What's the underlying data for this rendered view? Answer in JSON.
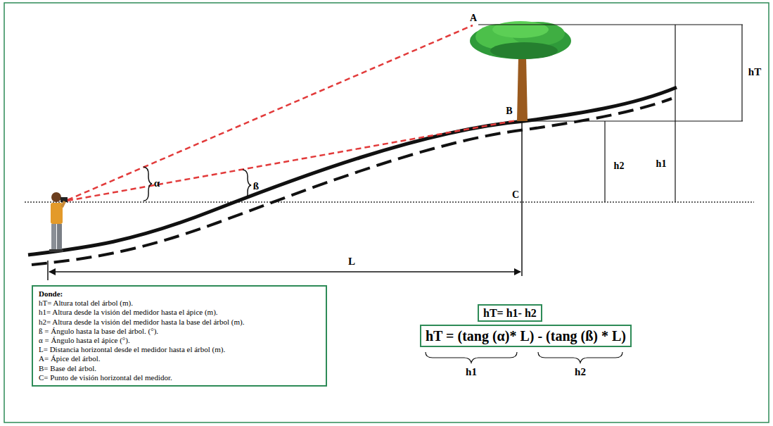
{
  "diagram": {
    "nodes": [
      {
        "text": [
          "Donde:",
          "hT= Altura total del árbol (m).",
          "h1= Altura desde la visión del medidor hasta el ápice (m).",
          "h2= Altura desde la visión del medidor hasta la base del árbol (m).",
          "ß = Ángulo hasta la base del árbol. (°).",
          "α = Ángulo hasta el ápice (°).",
          "L= Distancia horizontal desde el medidor hasta el árbol (m).",
          "A= Ápice del árbol.",
          "B= Base del árbol.",
          "C= Punto de visión horizontal del medidor."
        ]
      },
      {
        "text": [
          "hT= h1- h2"
        ]
      },
      {
        "text": [
          "hT = (tang (α)* L) - (tang (ß) * L)"
        ]
      }
    ],
    "labels": [
      "A",
      "B",
      "C",
      "α",
      "ß",
      "L",
      "hT",
      "h2",
      "h1",
      "h1",
      "h2"
    ]
  }
}
